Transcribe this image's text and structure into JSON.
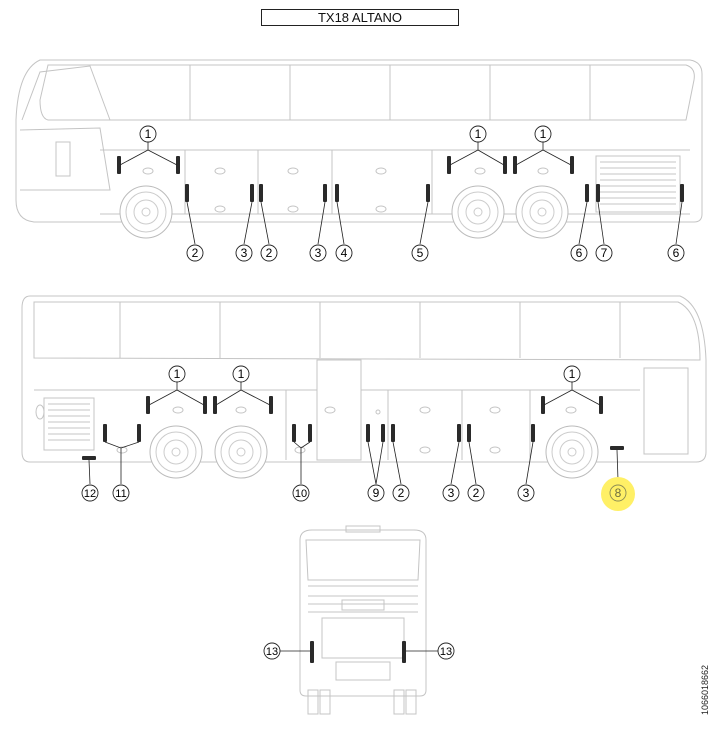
{
  "title": "TX18 ALTANO",
  "document_id": "1066018662",
  "highlight_color": "#fff066",
  "views": [
    {
      "name": "side-view-top",
      "callouts": [
        {
          "label": "1"
        },
        {
          "label": "1"
        },
        {
          "label": "1"
        },
        {
          "label": "2"
        },
        {
          "label": "3"
        },
        {
          "label": "2"
        },
        {
          "label": "3"
        },
        {
          "label": "4"
        },
        {
          "label": "5"
        },
        {
          "label": "6"
        },
        {
          "label": "7"
        },
        {
          "label": "6"
        }
      ]
    },
    {
      "name": "side-view-bottom",
      "callouts": [
        {
          "label": "1"
        },
        {
          "label": "1"
        },
        {
          "label": "1"
        },
        {
          "label": "12"
        },
        {
          "label": "11"
        },
        {
          "label": "10"
        },
        {
          "label": "9"
        },
        {
          "label": "2"
        },
        {
          "label": "3"
        },
        {
          "label": "2"
        },
        {
          "label": "3"
        },
        {
          "label": "8",
          "highlighted": true
        }
      ]
    },
    {
      "name": "rear-view",
      "callouts": [
        {
          "label": "13"
        },
        {
          "label": "13"
        }
      ]
    }
  ]
}
